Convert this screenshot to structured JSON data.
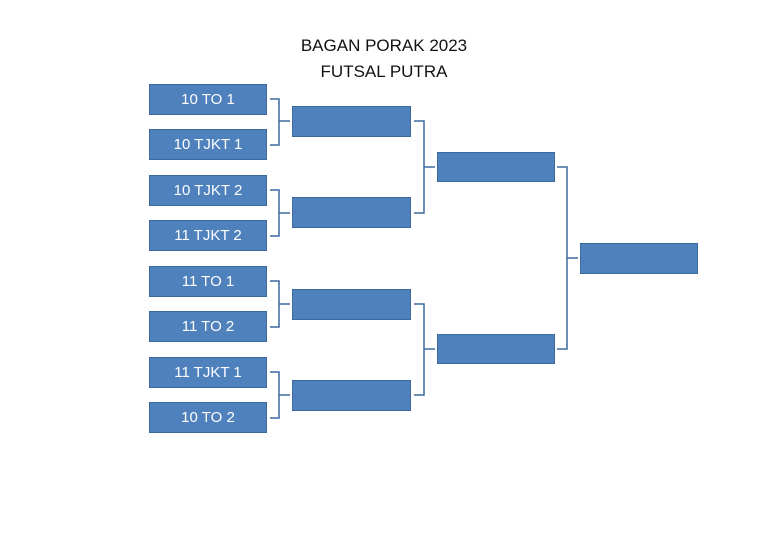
{
  "header": {
    "title": "BAGAN PORAK 2023",
    "subtitle": "FUTSAL PUTRA"
  },
  "bracket": {
    "round1": [
      {
        "team": "10 TO 1"
      },
      {
        "team": "10 TJKT 1"
      },
      {
        "team": "10 TJKT 2"
      },
      {
        "team": "11 TJKT 2"
      },
      {
        "team": "11 TO 1"
      },
      {
        "team": "11 TO 2"
      },
      {
        "team": "11 TJKT 1"
      },
      {
        "team": "10 TO 2"
      }
    ],
    "round2": [
      {
        "team": ""
      },
      {
        "team": ""
      },
      {
        "team": ""
      },
      {
        "team": ""
      }
    ],
    "semifinal": [
      {
        "team": ""
      },
      {
        "team": ""
      }
    ],
    "final": [
      {
        "team": ""
      }
    ]
  },
  "colors": {
    "box_fill": "#4f81bd",
    "connector": "#3d6a9e",
    "text": "#ffffff"
  }
}
